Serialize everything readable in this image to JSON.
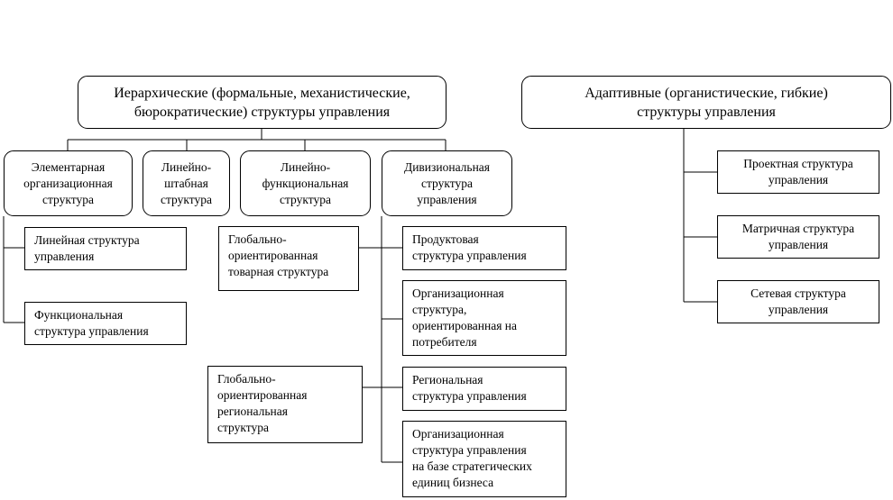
{
  "hierarchical": {
    "title": "Иерархические (формальные, механистические,\nбюрократические) структуры управления",
    "categories": [
      {
        "label": "Элементарная\nорганизационная\nструктура"
      },
      {
        "label": "Линейно-\nштабная\nструктура"
      },
      {
        "label": "Линейно-\nфункциональная\nструктура"
      },
      {
        "label": "Дивизиональная\nструктура\nуправления"
      }
    ],
    "elementary_children": [
      {
        "label": "Линейная структура\nуправления"
      },
      {
        "label": "Функциональная\nструктура управления"
      }
    ],
    "divisional_children": [
      {
        "label": "Продуктовая\nструктура управления"
      },
      {
        "label": "Организационная\nструктура,\nориентированная на\nпотребителя"
      },
      {
        "label": "Региональная\nструктура управления"
      },
      {
        "label": "Организационная\nструктура управления\nна базе стратегических\nединиц бизнеса"
      }
    ],
    "global": [
      {
        "label": "Глобально-\nориентированная\nтоварная структура"
      },
      {
        "label": "Глобально-\nориентированная\nрегиональная\nструктура"
      }
    ]
  },
  "adaptive": {
    "title": "Адаптивные (органистические, гибкие)\nструктуры управления",
    "children": [
      {
        "label": "Проектная структура\nуправления"
      },
      {
        "label": "Матричная структура\nуправления"
      },
      {
        "label": "Сетевая структура\nуправления"
      }
    ]
  }
}
